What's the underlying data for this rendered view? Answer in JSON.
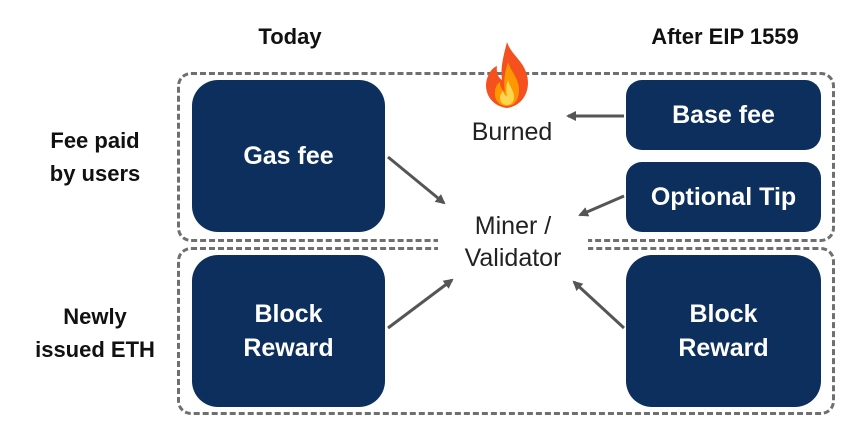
{
  "headers": {
    "today": "Today",
    "after": "After EIP 1559"
  },
  "rows": {
    "fee": "Fee paid\nby users",
    "issued": "Newly\nissued ETH"
  },
  "boxes": {
    "gas_fee": "Gas fee",
    "block_reward_today": "Block\nReward",
    "base_fee": "Base fee",
    "optional_tip": "Optional Tip",
    "block_reward_after": "Block\nReward"
  },
  "center": {
    "burned": "Burned",
    "miner": "Miner /\nValidator"
  },
  "icons": {
    "burn": "fire-icon"
  },
  "colors": {
    "box": "#0d2f5e",
    "arrow": "#555555",
    "dash": "#6f6f6f"
  }
}
